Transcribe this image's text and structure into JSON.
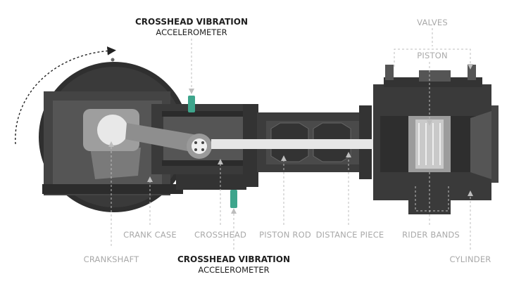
{
  "labels": {
    "accelerometer_top": {
      "title": "CROSSHEAD VIBRATION",
      "subtitle": "ACCELEROMETER"
    },
    "accelerometer_bottom": {
      "title": "CROSSHEAD VIBRATION",
      "subtitle": "ACCELEROMETER"
    },
    "valves": "VALVES",
    "piston": "PISTON",
    "crank_case": "CRANK CASE",
    "crosshead": "CROSSHEAD",
    "piston_rod": "PISTON ROD",
    "distance_piece": "DISTANCE PIECE",
    "rider_bands": "RIDER BANDS",
    "crankshaft": "CRANKSHAFT",
    "cylinder": "CYLINDER"
  },
  "colors": {
    "body_dark": "#3a3a3a",
    "body_mid": "#4d4d4d",
    "body_light": "#6a6a6a",
    "part_grey": "#8c8c8c",
    "part_light": "#bdbdbd",
    "sensor_teal": "#3ea58c",
    "leader_line": "#bdbdbd",
    "text_dark": "#1f1f1f",
    "text_grey": "#a9a9a9"
  },
  "icons": {
    "rotation": "curved-arrow-icon",
    "sensor": "accelerometer-icon"
  }
}
